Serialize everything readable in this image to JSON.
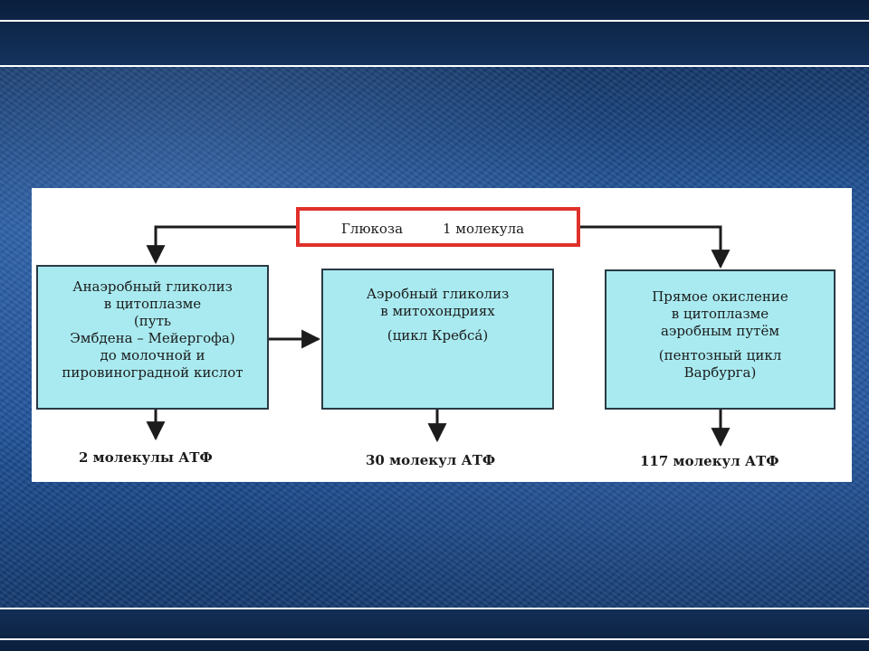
{
  "diagram": {
    "source_box": {
      "label": "Глюкоза",
      "amount": "1 молекула"
    },
    "pathways": [
      {
        "lines": [
          "Анаэробный гликолиз",
          "в цитоплазме",
          "(путь",
          "Эмбдена – Мейергофа)",
          "до молочной и",
          "пировиноградной кислот"
        ],
        "result": "2 молекулы АТФ"
      },
      {
        "lines": [
          "Аэробный гликолиз",
          "в митохондриях",
          "(цикл Кребса́)"
        ],
        "result": "30 молекул АТФ"
      },
      {
        "lines": [
          "Прямое окисление",
          "в цитоплазме",
          "аэробным путём",
          "(пентозный цикл",
          "Варбурга)"
        ],
        "result": "117 молекул АТФ"
      }
    ],
    "colors": {
      "box_fill": "#a8eaf0",
      "source_border": "#e0302a",
      "arrow": "#1c1c1c",
      "background": "#1d4a86"
    }
  }
}
